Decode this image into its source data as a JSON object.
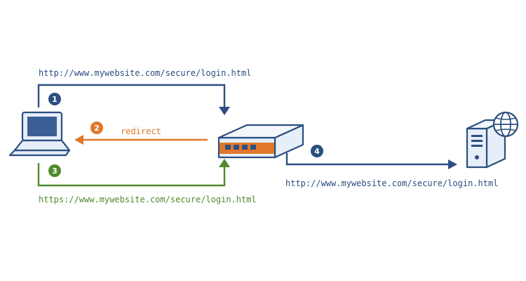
{
  "colors": {
    "blue": "#2c4e80",
    "orange": "#e0782a",
    "green": "#4f8a2f",
    "device_fill": "#e6eef8",
    "screen_fill": "#3b5f95"
  },
  "icons": {
    "client": "laptop-icon",
    "proxy": "load-balancer-icon",
    "server": "web-server-icon",
    "globe": "globe-icon"
  },
  "labels": {
    "request_url": "http://www.mywebsite.com/secure/login.html",
    "redirect": "redirect",
    "secure_url": "https://www.mywebsite.com/secure/login.html",
    "forward_url": "http://www.mywebsite.com/secure/login.html"
  },
  "steps": [
    "1",
    "2",
    "3",
    "4"
  ]
}
